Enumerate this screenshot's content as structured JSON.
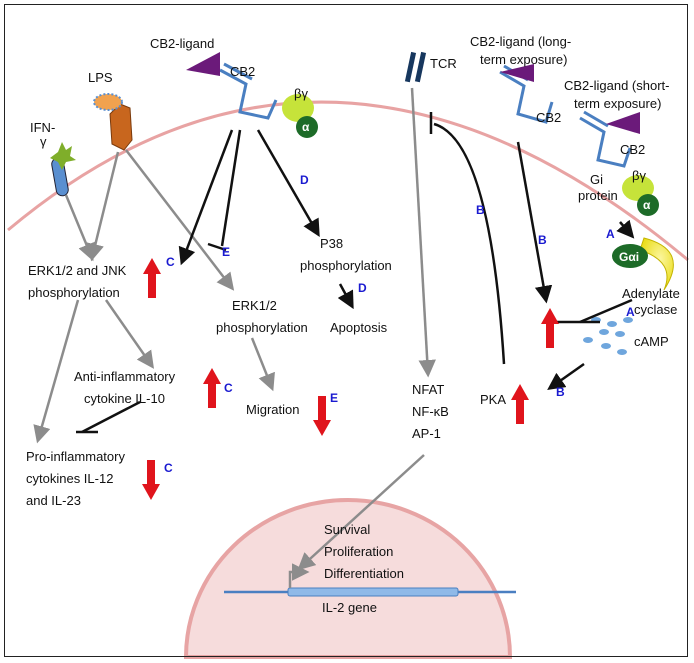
{
  "labels": {
    "cb2_ligand": "CB2-ligand",
    "cb2": "CB2",
    "lps": "LPS",
    "ifn_line1": "IFN-",
    "ifn_line2": "γ",
    "beta_gamma": "βγ",
    "alpha": "α",
    "tcr": "TCR",
    "cb2_ligand_long_l1": "CB2-ligand (long-",
    "cb2_ligand_long_l2": "term exposure)",
    "cb2_ligand_short_l1": "CB2-ligand (short-",
    "cb2_ligand_short_l2": "term exposure)",
    "gi_protein_l1": "Gi",
    "gi_protein_l2": "protein",
    "g_alpha_i": "Gαi",
    "adenylate_cyclase_l1": "Adenylate",
    "adenylate_cyclase_l2": "cyclase",
    "camp": "cAMP",
    "pka": "PKA",
    "erk_jnk_l1": "ERK1/2 and JNK",
    "erk_jnk_l2": "phosphorylation",
    "erk_l1": "ERK1/2",
    "erk_l2": "phosphorylation",
    "p38_l1": "P38",
    "p38_l2": "phosphorylation",
    "apoptosis": "Apoptosis",
    "anti_l1": "Anti-inflammatory",
    "anti_l2": "cytokine IL-10",
    "migration": "Migration",
    "pro_l1": "Pro-inflammatory",
    "pro_l2": "cytokines IL-12",
    "pro_l3": "and IL-23",
    "nfat": "NFAT",
    "nfkb": "NF-κB",
    "ap1": "AP-1",
    "survival": "Survival",
    "proliferation": "Proliferation",
    "differentiation": "Differentiation",
    "il2_gene": "IL-2 gene"
  },
  "pathway_tags": {
    "a1": "A",
    "a2": "A",
    "b1": "B",
    "b2": "B",
    "b3": "B",
    "c1": "C",
    "c2": "C",
    "c3": "C",
    "d1": "D",
    "d2": "D",
    "e1": "E",
    "e2": "E"
  },
  "colors": {
    "membrane": "#e8a3a3",
    "nucleus_fill": "#f6dcdc",
    "nucleus_border": "#e7a4a4",
    "gray_arrow": "#8c8c8c",
    "black_arrow": "#111111",
    "tag_blue": "#1a1ad0",
    "red_arrow": "#e0141c",
    "receptor_blue": "#4a7fc1",
    "ligand_purple": "#6b1a7a",
    "g_beta_gamma": "#c6e33a",
    "g_alpha": "#1d6b28",
    "adenylate_yellow": "#f2e600",
    "camp_dots": "#6fa6dd",
    "lps_orange": "#c8661e",
    "tcr_navy": "#17375e",
    "gene_line": "#4a7fc1"
  },
  "icons": [
    "receptor-icon",
    "ligand-icon",
    "g-protein-icon",
    "lps-icon",
    "ifn-receptor-icon",
    "tcr-icon",
    "adenylate-cyclase-icon",
    "camp-dots-icon",
    "up-arrow-icon",
    "down-arrow-icon",
    "gene-icon"
  ]
}
